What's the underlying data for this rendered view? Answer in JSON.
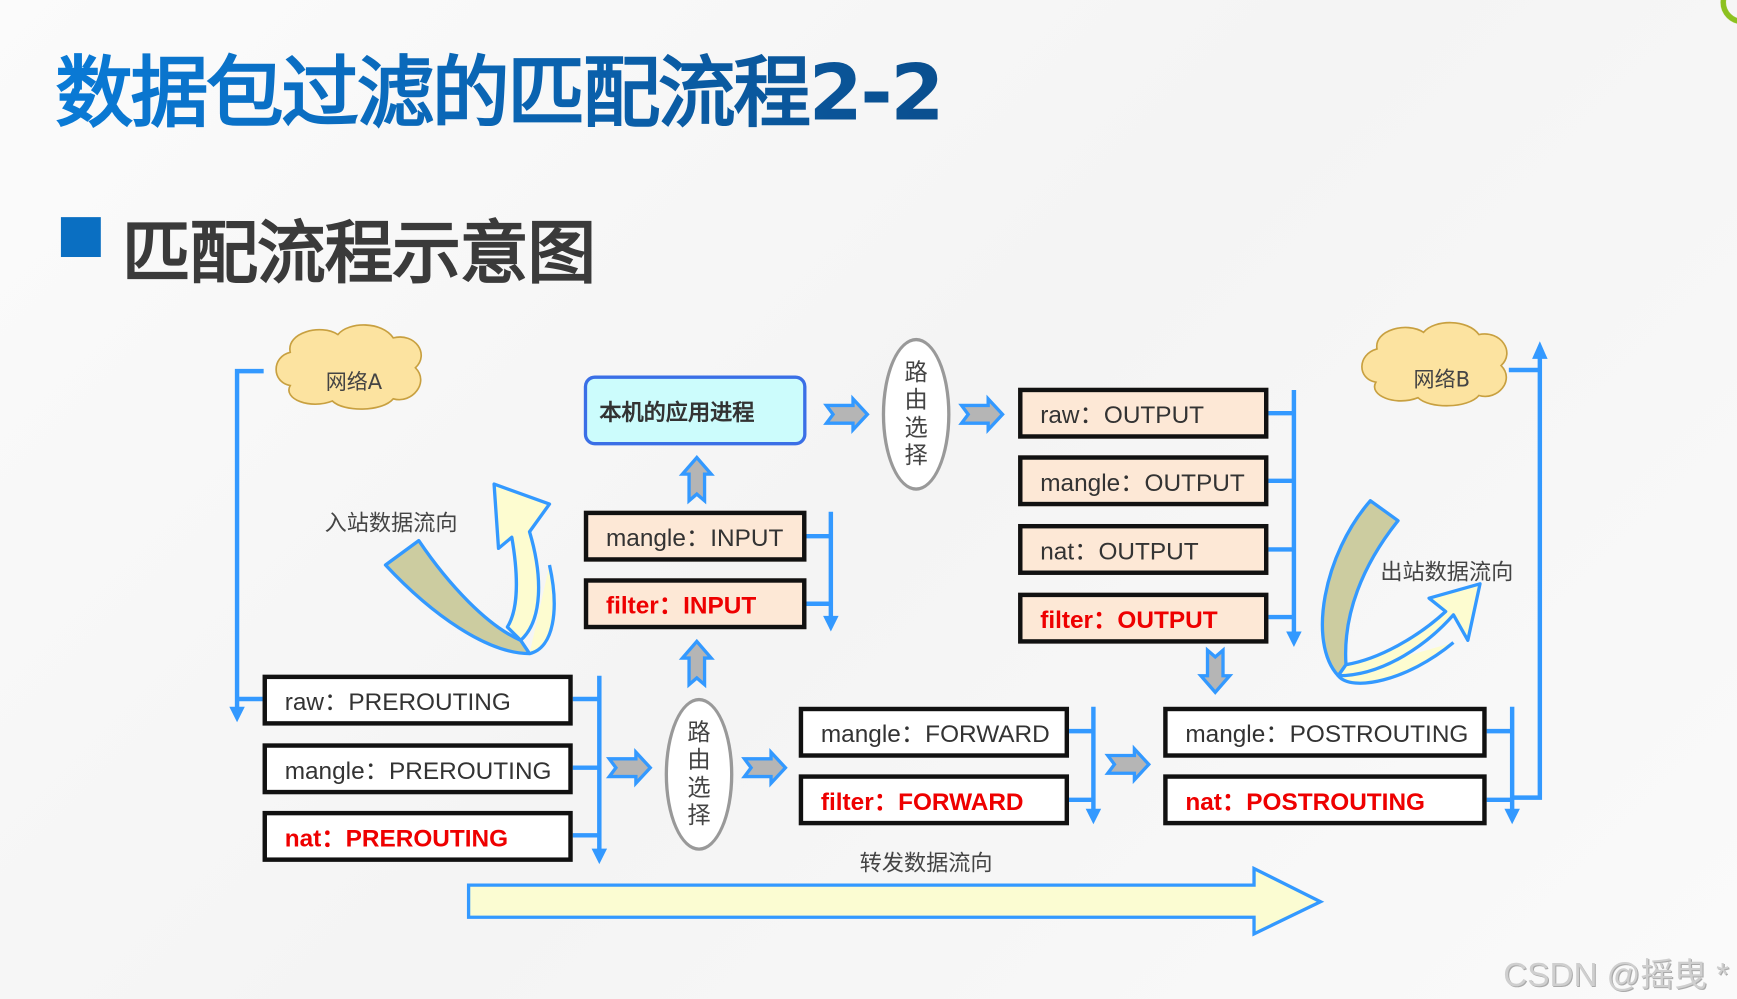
{
  "slide": {
    "title": "数据包过滤的匹配流程2-2",
    "subtitle": "匹配流程示意图",
    "watermark": "CSDN @摇曳  *"
  },
  "diagram": {
    "networks": {
      "a": "网络A",
      "b": "网络B"
    },
    "local_process": "本机的应用进程",
    "routing_label": [
      "路",
      "由",
      "选",
      "择"
    ],
    "flow_labels": {
      "inbound": "入站数据流向",
      "outbound": "出站数据流向",
      "forward": "转发数据流向"
    },
    "prerouting": [
      {
        "table": "raw",
        "chain": "PREROUTING",
        "text": "raw：PREROUTING",
        "highlight": false
      },
      {
        "table": "mangle",
        "chain": "PREROUTING",
        "text": "mangle：PREROUTING",
        "highlight": false
      },
      {
        "table": "nat",
        "chain": "PREROUTING",
        "text": "nat：PREROUTING",
        "highlight": true
      }
    ],
    "input": [
      {
        "table": "mangle",
        "chain": "INPUT",
        "text": "mangle：INPUT",
        "highlight": false
      },
      {
        "table": "filter",
        "chain": "INPUT",
        "text": "filter：INPUT",
        "highlight": true
      }
    ],
    "output": [
      {
        "table": "raw",
        "chain": "OUTPUT",
        "text": "raw：OUTPUT",
        "highlight": false
      },
      {
        "table": "mangle",
        "chain": "OUTPUT",
        "text": "mangle：OUTPUT",
        "highlight": false
      },
      {
        "table": "nat",
        "chain": "OUTPUT",
        "text": "nat：OUTPUT",
        "highlight": false
      },
      {
        "table": "filter",
        "chain": "OUTPUT",
        "text": "filter：OUTPUT",
        "highlight": true
      }
    ],
    "forward": [
      {
        "table": "mangle",
        "chain": "FORWARD",
        "text": "mangle：FORWARD",
        "highlight": false
      },
      {
        "table": "filter",
        "chain": "FORWARD",
        "text": "filter：FORWARD",
        "highlight": true
      }
    ],
    "postrouting": [
      {
        "table": "mangle",
        "chain": "POSTROUTING",
        "text": "mangle：POSTROUTING",
        "highlight": false
      },
      {
        "table": "nat",
        "chain": "POSTROUTING",
        "text": "nat：POSTROUTING",
        "highlight": true
      }
    ]
  },
  "colors": {
    "title_blue": "#0a6fc2",
    "connector_blue": "#3399ff",
    "highlight_red": "#ee0000",
    "peach_fill": "#fde8d6",
    "cloud_fill": "#fce3a0",
    "process_fill": "#ccfcfc"
  }
}
